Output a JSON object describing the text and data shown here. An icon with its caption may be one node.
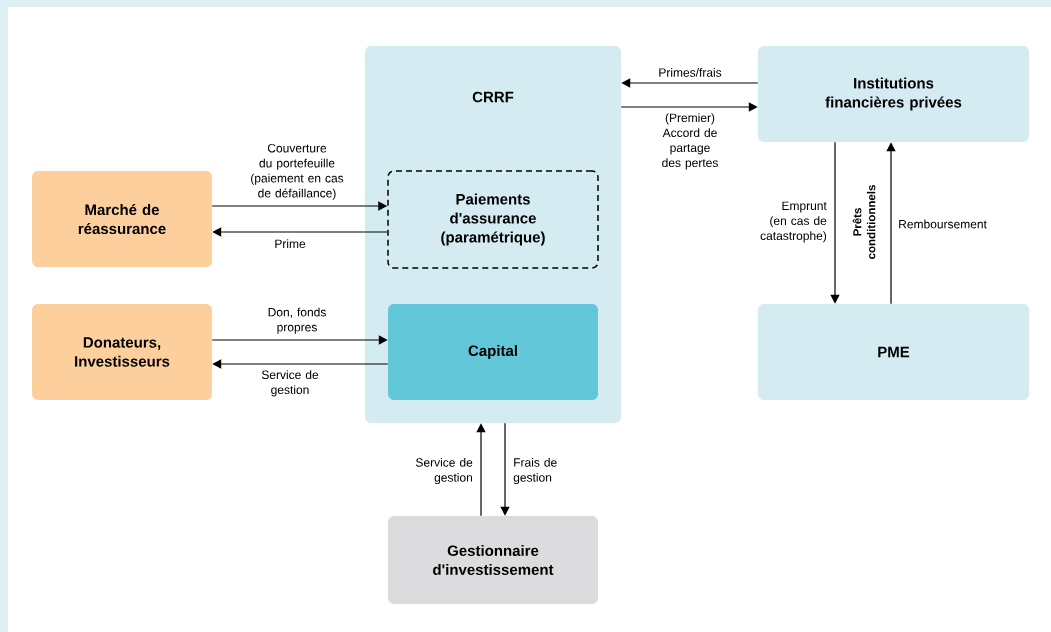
{
  "diagram": {
    "nodes": [
      {
        "text": [
          "CRRF"
        ]
      },
      {
        "text": [
          "Paiements d'assurance (paramétrique)"
        ],
        "in": 0
      },
      {
        "text": [
          "Capital"
        ],
        "in": 0
      },
      {
        "text": [
          "Marché de réassurance"
        ]
      },
      {
        "text": [
          "Donateurs, Investisseurs"
        ]
      },
      {
        "text": [
          "Institutions financières privées"
        ]
      },
      {
        "text": [
          "PME"
        ]
      },
      {
        "text": [
          "Gestionnaire d'investissement"
        ]
      }
    ],
    "edges": [
      {
        "from": 3,
        "to": 1,
        "arrow": "to",
        "label": "Couverture du portefeuille (paiement en cas de défaillance)"
      },
      {
        "from": 1,
        "to": 3,
        "arrow": "to",
        "label": "Prime"
      },
      {
        "from": 4,
        "to": 2,
        "arrow": "to",
        "label": "Don, fonds propres"
      },
      {
        "from": 2,
        "to": 4,
        "arrow": "to",
        "label": "Service de gestion"
      },
      {
        "from": 5,
        "to": 0,
        "arrow": "to",
        "label": "Primes/frais"
      },
      {
        "from": 0,
        "to": 5,
        "arrow": "to",
        "label": "(Premier) Accord de partage des pertes"
      },
      {
        "from": 5,
        "to": 6,
        "arrow": "to",
        "label": "Emprunt (en cas de catastrophe)"
      },
      {
        "from": 6,
        "to": 5,
        "arrow": "to",
        "label": "Remboursement"
      },
      {
        "from": 7,
        "to": 0,
        "arrow": "to",
        "label": "Service de gestion"
      },
      {
        "from": 0,
        "to": 7,
        "arrow": "to",
        "label": "Frais de gestion"
      }
    ],
    "labels": [
      "Prêts conditionnels"
    ]
  }
}
